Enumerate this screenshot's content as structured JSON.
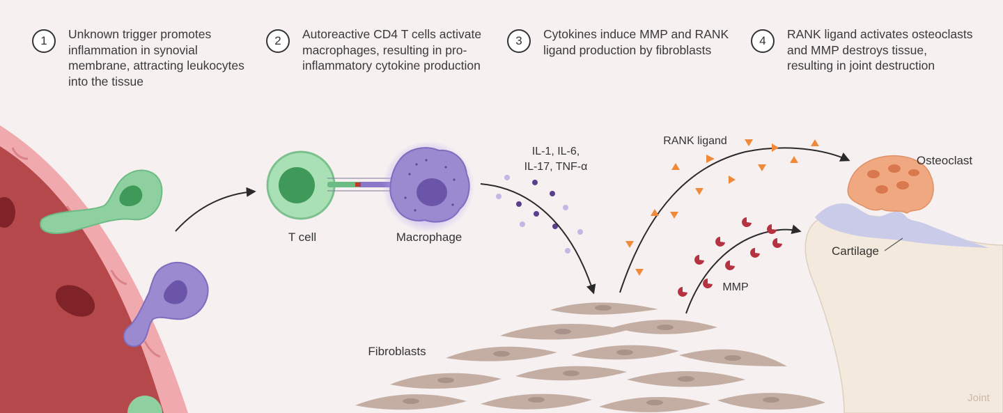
{
  "steps": [
    {
      "number": "1",
      "text": "Unknown trigger promotes inflammation in synovial membrane, attracting leukocytes into the tissue"
    },
    {
      "number": "2",
      "text": "Autoreactive CD4 T cells activate macrophages, resulting in pro-inflammatory cytokine production"
    },
    {
      "number": "3",
      "text": "Cytokines induce MMP and RANK ligand production by fibroblasts"
    },
    {
      "number": "4",
      "text": "RANK ligand activates osteoclasts and MMP destroys tissue, resulting in joint destruction"
    }
  ],
  "labels": {
    "t_cell": "T cell",
    "macrophage": "Macrophage",
    "cytokines_line1": "IL-1, IL-6,",
    "cytokines_line2": "IL-17, TNF-α",
    "rank_ligand": "RANK ligand",
    "osteoclast": "Osteoclast",
    "mmp": "MMP",
    "cartilage": "Cartilage",
    "fibroblasts": "Fibroblasts",
    "joint": "Joint"
  },
  "colors": {
    "background": "#f6f0f0",
    "vessel": "#b5484a",
    "vessel_wall": "#f0a9ad",
    "t_cell": "#8fd0a0",
    "macrophage": "#9b8ad0",
    "fibroblast": "#c4ada3",
    "rank_ligand": "#ee8a3a",
    "mmp": "#b53340",
    "osteoclast": "#f0a880",
    "cartilage": "#c9cbe8",
    "bone": "#f3e9dc"
  }
}
